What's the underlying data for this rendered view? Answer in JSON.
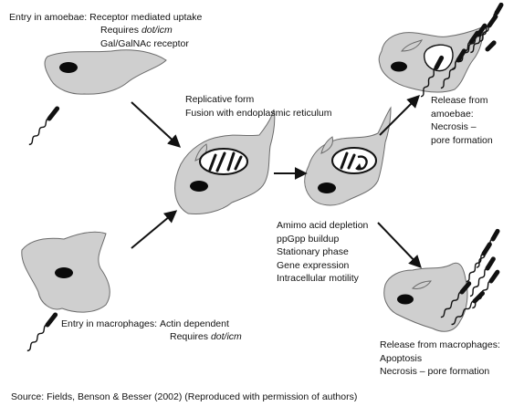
{
  "colors": {
    "cell_fill": "#cfcfcf",
    "cell_stroke": "#6b6b6b",
    "nucleus": "#0a0a0a",
    "bacterium": "#111111",
    "arrow": "#111111"
  },
  "labels": {
    "amoebae_entry": {
      "prefix": "Entry in amoebae:",
      "line1": "Receptor mediated uptake",
      "line2_pre": "Requires ",
      "line2_italic": "dot/icm",
      "line3": "Gal/GalNAc receptor"
    },
    "replicative": {
      "line1": "Replicative form",
      "line2": "Fusion with endoplasmic reticulum"
    },
    "release_amoebae": {
      "line1": "Release from",
      "line2": "amoebae:",
      "line3": "Necrosis –",
      "line4": "pore formation"
    },
    "stationary": {
      "line1": "Amimo acid depletion",
      "line2": "ppGpp buildup",
      "line3": "Stationary phase",
      "line4": "Gene expression",
      "line5": "Intracellular motility"
    },
    "macrophage_entry": {
      "prefix": "Entry in macrophages:",
      "line1": "Actin dependent",
      "line2_pre": "Requires ",
      "line2_italic": "dot/icm"
    },
    "release_macrophages": {
      "line1": "Release from macrophages:",
      "line2": "Apoptosis",
      "line3": "Necrosis – pore formation"
    },
    "source": "Source: Fields, Benson & Besser (2002) (Reproduced with permission of authors)"
  },
  "icons": [
    "amoeba-cell",
    "macrophage-cell",
    "bacterium",
    "vacuole",
    "process-arrow"
  ]
}
